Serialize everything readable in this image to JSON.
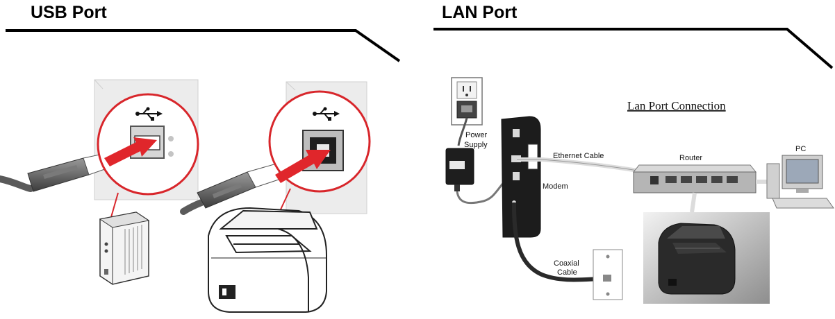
{
  "usb_section": {
    "title": "USB Port"
  },
  "lan_section": {
    "title": "LAN Port",
    "diagram_title": "Lan Port Connection",
    "labels": {
      "power_supply": [
        "Power",
        "Supply"
      ],
      "ethernet_cable": "Ethernet Cable",
      "router": "Router",
      "pc": "PC",
      "modem": "Modem",
      "coaxial_cable": [
        "Coaxial",
        "Cable"
      ]
    }
  },
  "colors": {
    "callout_circle": "#d8262b",
    "arrow": "#e0262b",
    "wall": "#e9e9e9",
    "cable": "#4a4a4a"
  },
  "icons": [
    "usb-symbol-icon",
    "usb-symbol-icon",
    "printer-icon",
    "printer-icon",
    "pc-icon",
    "router-icon",
    "modem-icon",
    "wall-outlet-icon"
  ]
}
